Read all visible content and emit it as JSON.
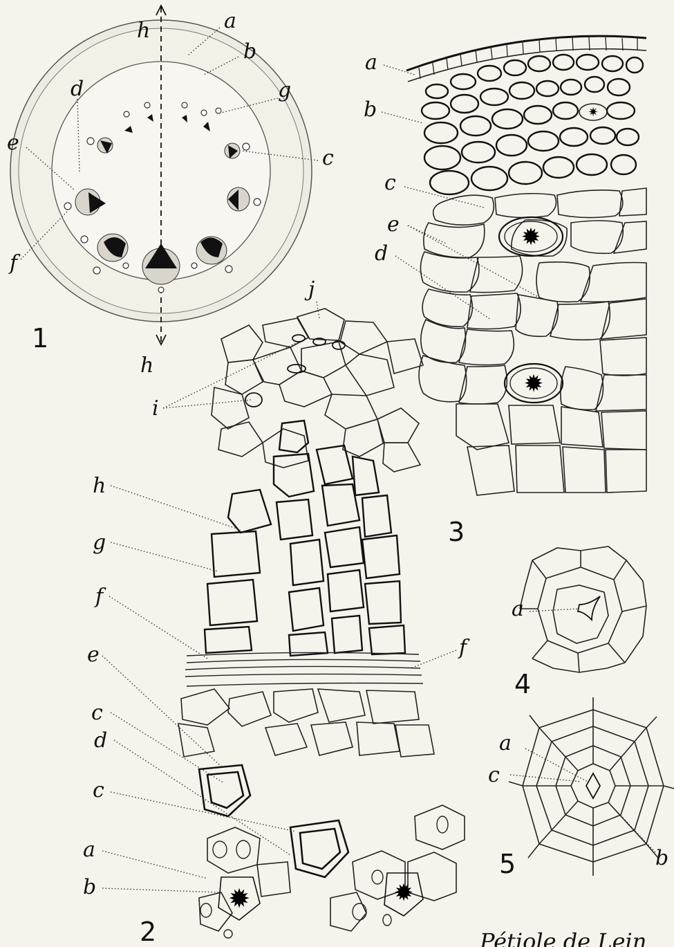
{
  "caption": "Pétiole de Lein",
  "figures": {
    "fig1": {
      "number": "1",
      "labels": [
        "a",
        "b",
        "c",
        "d",
        "e",
        "f",
        "g",
        "h",
        "h"
      ]
    },
    "fig2": {
      "number": "2",
      "labels": [
        "j",
        "i",
        "h",
        "g",
        "f",
        "f",
        "e",
        "c",
        "d",
        "c",
        "a",
        "b"
      ]
    },
    "fig3": {
      "number": "3",
      "labels": [
        "a",
        "b",
        "c",
        "e",
        "d"
      ]
    },
    "fig4": {
      "number": "4",
      "labels": [
        "a"
      ]
    },
    "fig5": {
      "number": "5",
      "labels": [
        "a",
        "c",
        "b"
      ]
    }
  }
}
